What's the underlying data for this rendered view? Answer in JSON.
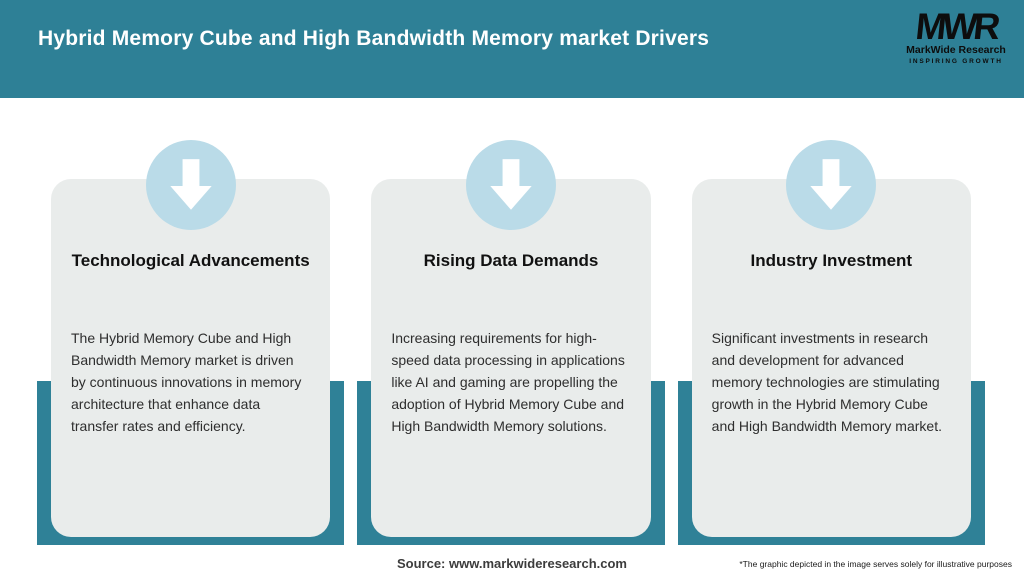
{
  "header": {
    "title": "Hybrid Memory Cube and High Bandwidth Memory market Drivers"
  },
  "logo": {
    "mark": "MWR",
    "name": "MarkWide Research",
    "tagline": "INSPIRING GROWTH"
  },
  "cards": [
    {
      "icon": "down-arrow-icon",
      "title": "Technological Advancements",
      "description": "The Hybrid Memory Cube and High Bandwidth Memory market is driven by continuous innovations in memory architecture that enhance data transfer rates and efficiency."
    },
    {
      "icon": "down-arrow-icon",
      "title": "Rising Data Demands",
      "description": "Increasing requirements for high-speed data processing in applications like AI and gaming are propelling the adoption of Hybrid Memory Cube and High Bandwidth Memory solutions."
    },
    {
      "icon": "down-arrow-icon",
      "title": "Industry Investment",
      "description": "Significant investments in research and development for advanced memory technologies are stimulating growth in the Hybrid Memory Cube and High Bandwidth Memory market."
    }
  ],
  "footer": {
    "source": "Source: www.markwideresearch.com",
    "disclaimer": "*The graphic depicted in the image serves solely for illustrative purposes"
  },
  "colors": {
    "header_teal": "#2e8096",
    "panel_teal": "#2f8197",
    "circle_blue": "#badbe8",
    "card_gray": "#e9eceb"
  }
}
